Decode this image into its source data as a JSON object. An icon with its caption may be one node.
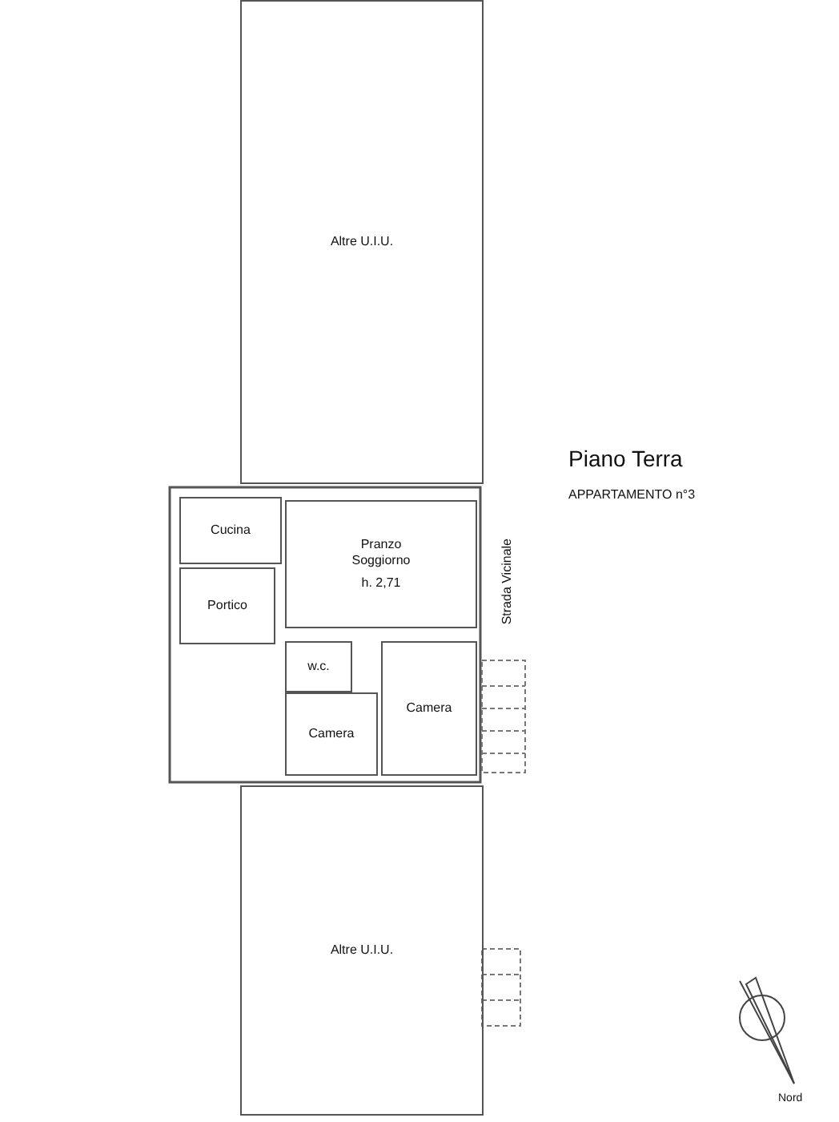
{
  "diagram": {
    "title": "Piano Terra",
    "nodes": [
      {
        "text": [
          "Altre U.I.U."
        ]
      },
      {
        "text": [
          "Cucina"
        ]
      },
      {
        "text": [
          "Pranzo Soggiorno",
          "h. 2,71"
        ]
      },
      {
        "text": [
          "Portico"
        ]
      },
      {
        "text": [
          "w.c."
        ]
      },
      {
        "text": [
          "Camera"
        ]
      },
      {
        "text": [
          "Camera"
        ]
      },
      {
        "text": [
          "Altre U.I.U."
        ]
      }
    ],
    "labels": [
      "APPARTAMENTO n°3",
      "Strada Vicinale",
      "Nord"
    ]
  }
}
